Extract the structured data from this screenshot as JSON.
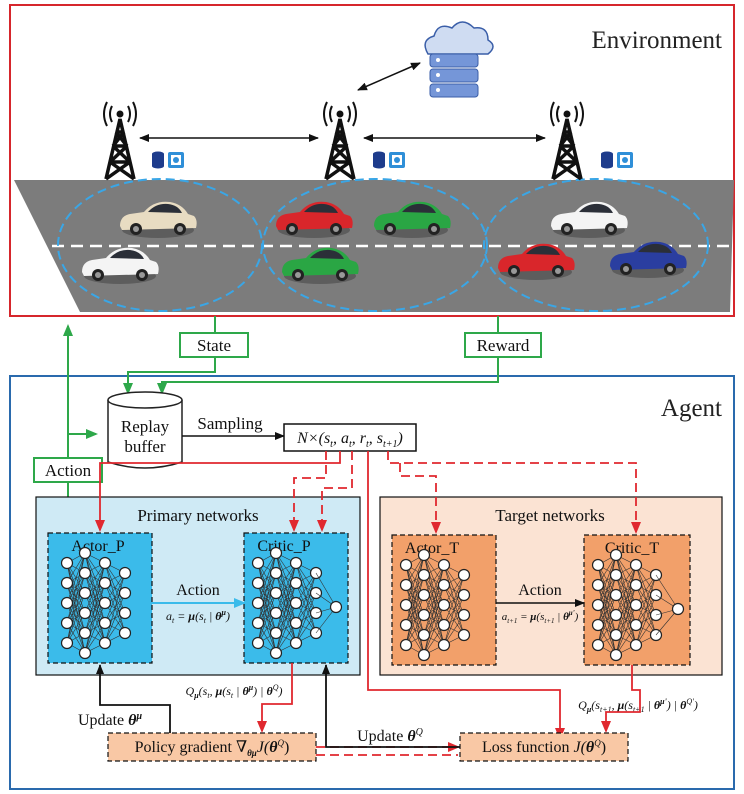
{
  "environment": {
    "title": "Environment"
  },
  "agent": {
    "title": "Agent"
  },
  "signals": {
    "state": "State",
    "reward": "Reward",
    "action": "Action",
    "sampling": "Sampling"
  },
  "buffer": {
    "line1": "Replay",
    "line2": "buffer"
  },
  "minibatch": {
    "prefix": "N",
    "formula": "×(s",
    "formula_tail": ", a, r, s"
  },
  "primary": {
    "title": "Primary networks",
    "actor": "Actor_P",
    "critic": "Critic_P",
    "action": "Action",
    "action_eq": "a = μ(s | θ)"
  },
  "target": {
    "title": "Target networks",
    "actor": "Actor_T",
    "critic": "Critic_T",
    "action": "Action",
    "action_eq": "a = μ(s | θ)"
  },
  "bottom": {
    "policy_gradient": "Policy gradient",
    "loss_function": "Loss function",
    "update_mu": "Update",
    "update_q": "Update",
    "q_primary": "Q",
    "q_target": "Q"
  },
  "colors": {
    "env_border": "#d6262c",
    "agent_border": "#2a6aad",
    "green": "#2ea84a",
    "red_arrow": "#e0282f",
    "primary_fill": "#cfeaf5",
    "target_fill": "#fbe3d3",
    "actor_p_fill": "#3bbbea",
    "actor_t_fill": "#f2a06a",
    "box_fill": "#f9c8a5"
  }
}
